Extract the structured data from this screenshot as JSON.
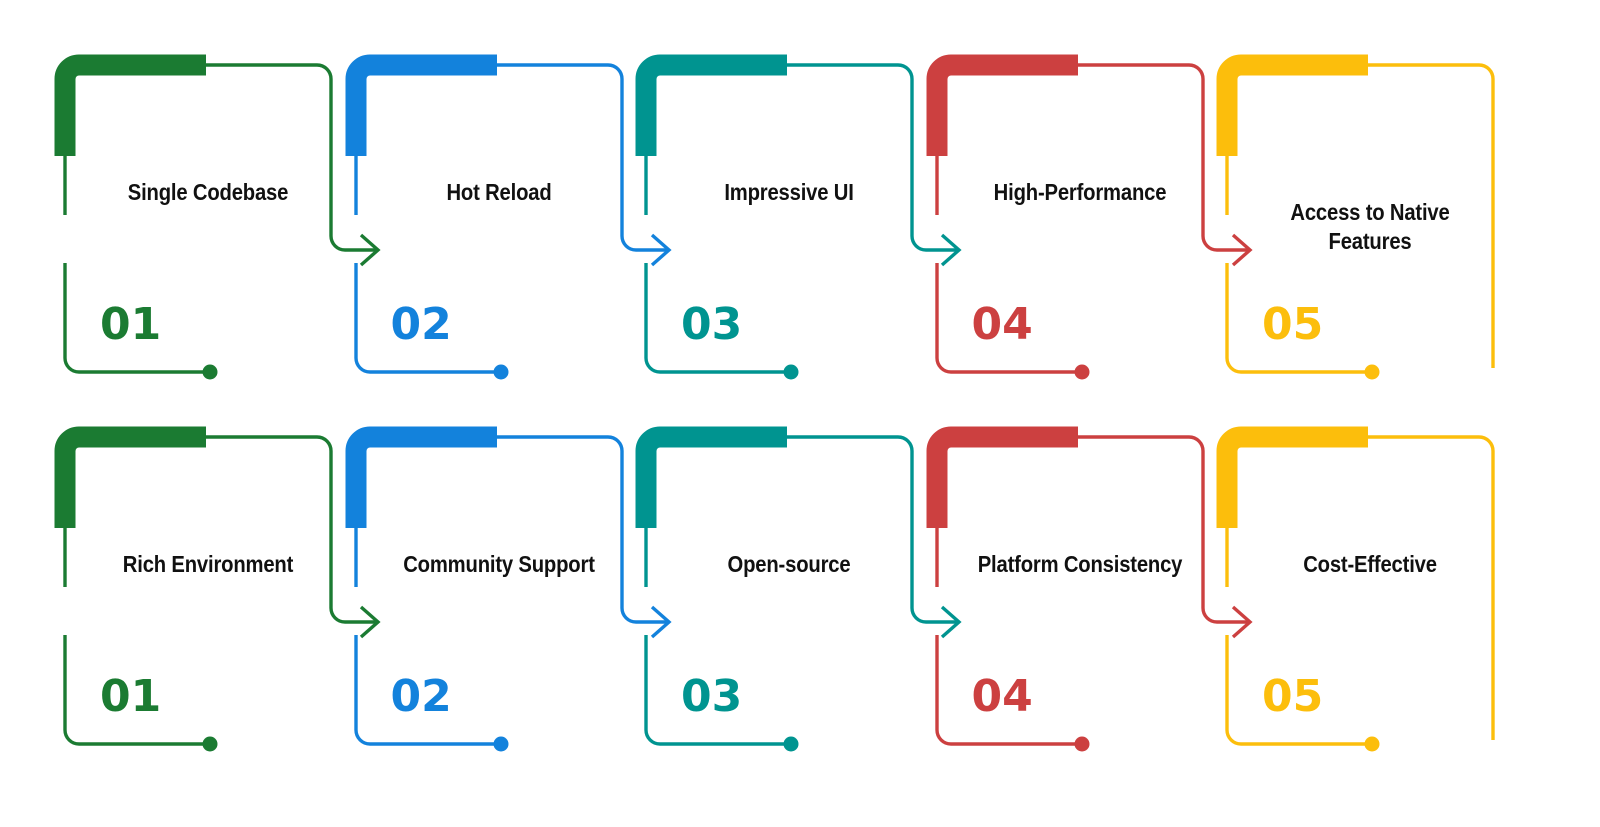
{
  "infographic": {
    "title_text_color": "#111111",
    "background": "#ffffff",
    "palette": {
      "green": "#1B7B32",
      "blue": "#1382DC",
      "teal": "#009490",
      "red": "#CC4040",
      "yellow": "#FCBE0C"
    },
    "rows": [
      {
        "row_name": "row-1",
        "cards": [
          {
            "number": "01",
            "title": "Single Codebase",
            "color": "#1B7B32",
            "has_arrow": true
          },
          {
            "number": "02",
            "title": "Hot Reload",
            "color": "#1382DC",
            "has_arrow": true
          },
          {
            "number": "03",
            "title": "Impressive UI",
            "color": "#009490",
            "has_arrow": true
          },
          {
            "number": "04",
            "title": "High-Performance",
            "color": "#CC4040",
            "has_arrow": true
          },
          {
            "number": "05",
            "title": "Access to Native\nFeatures",
            "color": "#FCBE0C",
            "has_arrow": false
          }
        ]
      },
      {
        "row_name": "row-2",
        "cards": [
          {
            "number": "01",
            "title": "Rich Environment",
            "color": "#1B7B32",
            "has_arrow": true
          },
          {
            "number": "02",
            "title": "Community Support",
            "color": "#1382DC",
            "has_arrow": true
          },
          {
            "number": "03",
            "title": "Open-source",
            "color": "#009490",
            "has_arrow": true
          },
          {
            "number": "04",
            "title": "Platform Consistency",
            "color": "#CC4040",
            "has_arrow": true
          },
          {
            "number": "05",
            "title": "Cost-Effective",
            "color": "#FCBE0C",
            "has_arrow": false
          }
        ]
      }
    ]
  }
}
